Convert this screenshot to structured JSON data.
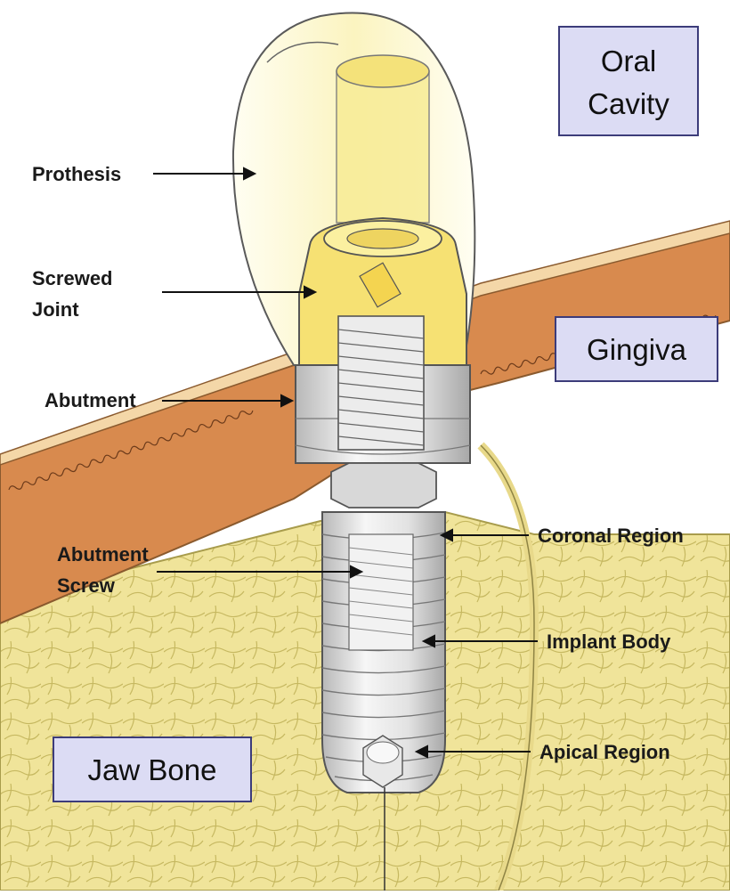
{
  "labels": {
    "prothesis": "Prothesis",
    "screwed_joint_1": "Screwed",
    "screwed_joint_2": "Joint",
    "abutment": "Abutment",
    "abutment_screw_1": "Abutment",
    "abutment_screw_2": "Screw",
    "coronal_region": "Coronal Region",
    "implant_body": "Implant Body",
    "apical_region": "Apical Region"
  },
  "boxes": {
    "oral_cavity_1": "Oral",
    "oral_cavity_2": "Cavity",
    "gingiva": "Gingiva",
    "jaw_bone": "Jaw Bone"
  },
  "colors": {
    "gingiva": "#d88a4e",
    "bone": "#f0e49a",
    "crown": "#fbf6c6",
    "metal": "#e6e6e6",
    "box_fill": "#dcdcf4",
    "box_border": "#3c3c7a"
  }
}
